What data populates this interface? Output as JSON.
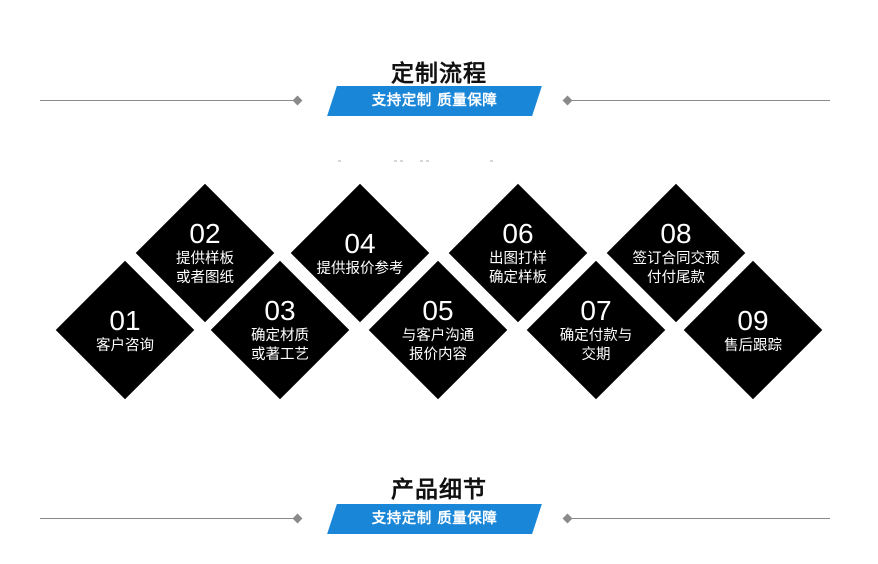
{
  "section1": {
    "title": "定制流程",
    "banner": "支持定制 质量保障"
  },
  "section2": {
    "title": "产品细节",
    "banner": "支持定制 质量保障"
  },
  "colors": {
    "banner": "#1a86d8",
    "diamond": "#000000",
    "rule": "#8a8a8a"
  },
  "steps": [
    {
      "num": "01",
      "label": "客户咨询"
    },
    {
      "num": "02",
      "label": "提供样板\n或者图纸"
    },
    {
      "num": "03",
      "label": "确定材质\n或著工艺"
    },
    {
      "num": "04",
      "label": "提供报价参考"
    },
    {
      "num": "05",
      "label": "与客户沟通\n报价内容"
    },
    {
      "num": "06",
      "label": "出图打样\n确定样板"
    },
    {
      "num": "07",
      "label": "确定付款与\n交期"
    },
    {
      "num": "08",
      "label": "签订合同交预\n付付尾款"
    },
    {
      "num": "09",
      "label": "售后跟踪"
    }
  ]
}
